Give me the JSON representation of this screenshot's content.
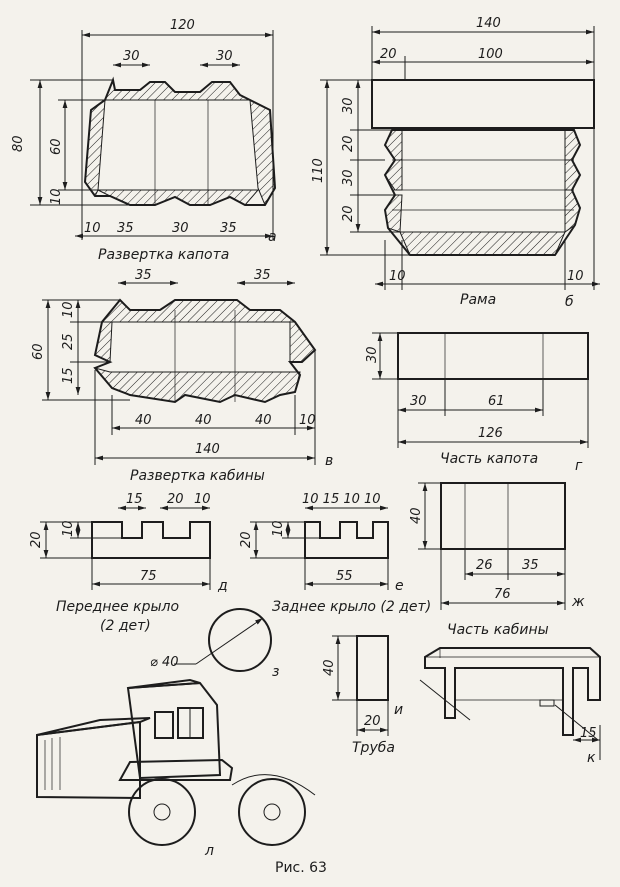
{
  "figure_caption": "Рис. 63",
  "hood_unfold": {
    "caption": "Развертка капота",
    "letter": "а",
    "dims": {
      "total_width": "120",
      "top_left": "30",
      "top_right": "30",
      "height": "80",
      "inner_height": "60",
      "bottom_band": "10",
      "edge_left": "10",
      "seg_left": "35",
      "seg_mid": "30",
      "seg_right": "35"
    }
  },
  "frame": {
    "caption": "Рама",
    "letter": "б",
    "dims": {
      "total_width": "140",
      "left_offset": "20",
      "top_width": "100",
      "height": "110",
      "top_band": "30",
      "band2": "20",
      "band3": "30",
      "band4": "20",
      "edge_left": "10",
      "edge_right": "10"
    }
  },
  "cab_unfold": {
    "caption": "Развертка кабины",
    "letter": "в",
    "dims": {
      "top_left": "35",
      "top_right": "35",
      "height": "60",
      "band_top": "10",
      "band_mid": "25",
      "band_low": "15",
      "seg1": "40",
      "seg2": "40",
      "seg3": "40",
      "edge": "10",
      "total_width": "140"
    }
  },
  "hood_part": {
    "caption": "Часть капота",
    "letter": "г",
    "dims": {
      "height": "30",
      "seg1": "30",
      "seg2": "61",
      "total_width": "126"
    }
  },
  "front_wing": {
    "caption_line1": "Переднее крыло",
    "caption_line2": "(2 дет)",
    "letter": "д",
    "dims": {
      "slot1": "15",
      "tooth": "20",
      "slot2": "10",
      "height": "20",
      "slot_depth": "10",
      "total_width": "75"
    }
  },
  "rear_wing": {
    "caption": "Заднее крыло (2 дет)",
    "letter": "е",
    "dims": {
      "top": "10 15 10 10",
      "height": "20",
      "slot_depth": "10",
      "total_width": "55"
    }
  },
  "cab_part": {
    "caption": "Часть кабины",
    "letter": "ж",
    "dims": {
      "height": "40",
      "seg1": "26",
      "seg2": "35",
      "total_width": "76"
    }
  },
  "wheel": {
    "label": "⌀ 40",
    "letter": "з"
  },
  "pipe": {
    "caption": "Труба",
    "letter": "и",
    "dims": {
      "height": "40",
      "width": "20"
    }
  },
  "bracket": {
    "letter": "к",
    "dims": {
      "leg": "15"
    }
  },
  "tractor": {
    "letter": "л"
  }
}
